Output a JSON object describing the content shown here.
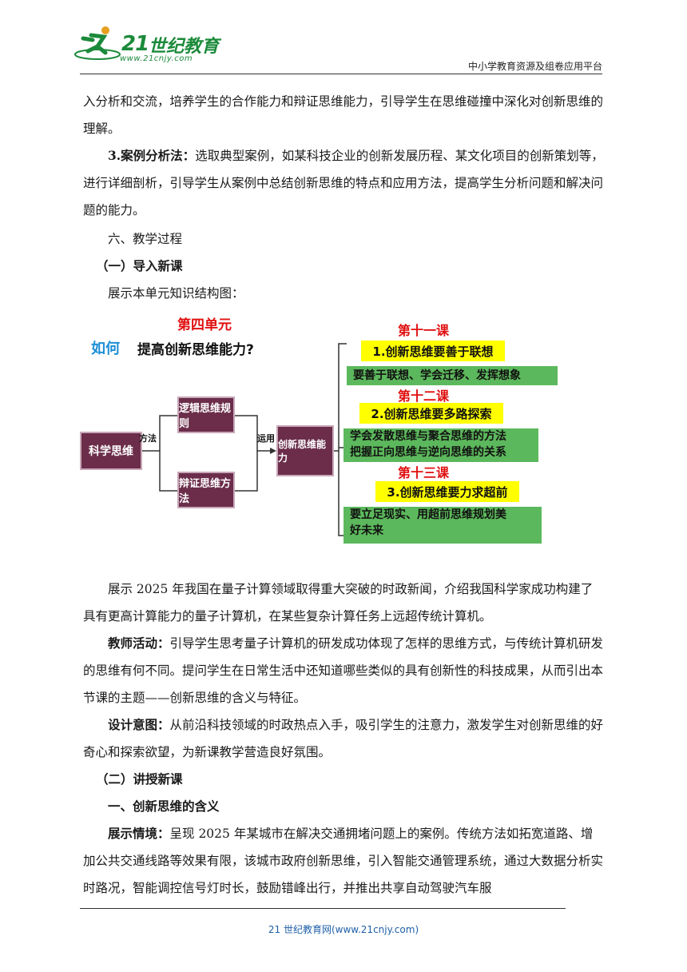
{
  "header": {
    "logo_num": "21",
    "logo_text": "世纪教育",
    "logo_url": "www.21cnjy.com",
    "platform": "中小学教育资源及组卷应用平台"
  },
  "paragraphs": {
    "p1": "入分析和交流，培养学生的合作能力和辩证思维能力，引导学生在思维碰撞中深化对创新思维的理解。",
    "p2_label": "3.案例分析法：",
    "p2_text": "选取典型案例，如某科技企业的创新发展历程、某文化项目的创新策划等，进行详细剖析，引导学生从案例中总结创新思维的特点和应用方法，提高学生分析问题和解决问题的能力。",
    "h_process": "六、教学过程",
    "h_intro": "（一）导入新课",
    "p_show": "展示本单元知识结构图：",
    "p_news": "展示 2025 年我国在量子计算领域取得重大突破的时政新闻，介绍我国科学家成功构建了具有更高计算能力的量子计算机，在某些复杂计算任务上远超传统计算机。",
    "teacher_label": "教师活动：",
    "teacher_text": "引导学生思考量子计算机的研发成功体现了怎样的思维方式，与传统计算机研发的思维有何不同。提问学生在日常生活中还知道哪些类似的具有创新性的科技成果，从而引出本节课的主题——创新思维的含义与特征。",
    "design_label": "设计意图：",
    "design_text": "从前沿科技领域的时政热点入手，吸引学生的注意力，激发学生对创新思维的好奇心和探索欲望，为新课教学营造良好氛围。",
    "h_teach": "（二）讲授新课",
    "h_meaning": "一、创新思维的含义",
    "scene_label": "展示情境：",
    "scene_text": "呈现 2025 年某城市在解决交通拥堵问题上的案例。传统方法如拓宽道路、增加公共交通线路等效果有限，该城市政府创新思维，引入智能交通管理系统，通过大数据分析实时路况，智能调控信号灯时长，鼓励错峰出行，并推出共享自动驾驶汽车服"
  },
  "diagram": {
    "unit": "第四单元",
    "how": "如何",
    "question": "提高创新思维能力?",
    "science": "科学思维",
    "method": "方法",
    "logic": "逻辑思维规则",
    "dialectic": "辩证思维方法",
    "apply": "运用",
    "innovate": "创新思维能力",
    "lessons": [
      {
        "num": "第十一课",
        "title": "1.创新思维要善于联想",
        "desc1": "要善于联想、学会迁移、发挥想象",
        "desc2": ""
      },
      {
        "num": "第十二课",
        "title": "2.创新思维要多路探索",
        "desc1": "学会发散思维与聚合思维的方法",
        "desc2": "把握正向思维与逆向思维的关系"
      },
      {
        "num": "第十三课",
        "title": "3.创新思维要力求超前",
        "desc1": "要立足现实、用超前思维规划美",
        "desc2": "好未来"
      }
    ]
  },
  "footer": {
    "text": "21 世纪教育网(www.21cnjy.com)"
  },
  "colors": {
    "brand_green": "#1b8a3a",
    "maroon": "#6b2d4a",
    "lesson_green": "#5cb85c",
    "highlight": "#ffff00",
    "red": "#e01010",
    "blue": "#1f8fd6"
  }
}
